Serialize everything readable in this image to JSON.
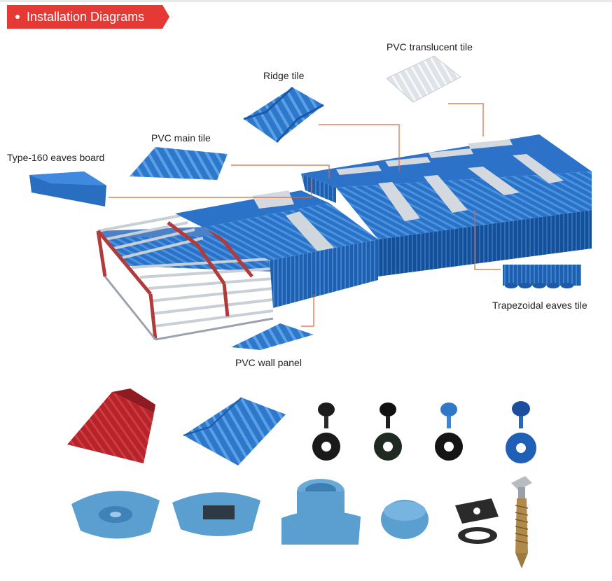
{
  "header": {
    "title": "Installation Diagrams"
  },
  "labels": {
    "translucent": "PVC translucent tile",
    "ridge": "Ridge tile",
    "main_tile": "PVC main tile",
    "eaves_board": "Type-160 eaves board",
    "trapezoidal": "Trapezoidal eaves tile",
    "wall_panel": "PVC wall panel"
  },
  "colors": {
    "accent": "#e53935",
    "pvc_blue": "#1e63b8",
    "pvc_blue_light": "#3a86d6",
    "leader": "#e0663a",
    "red_tile": "#b8242c",
    "fitting_blue": "#5b9fd1"
  }
}
